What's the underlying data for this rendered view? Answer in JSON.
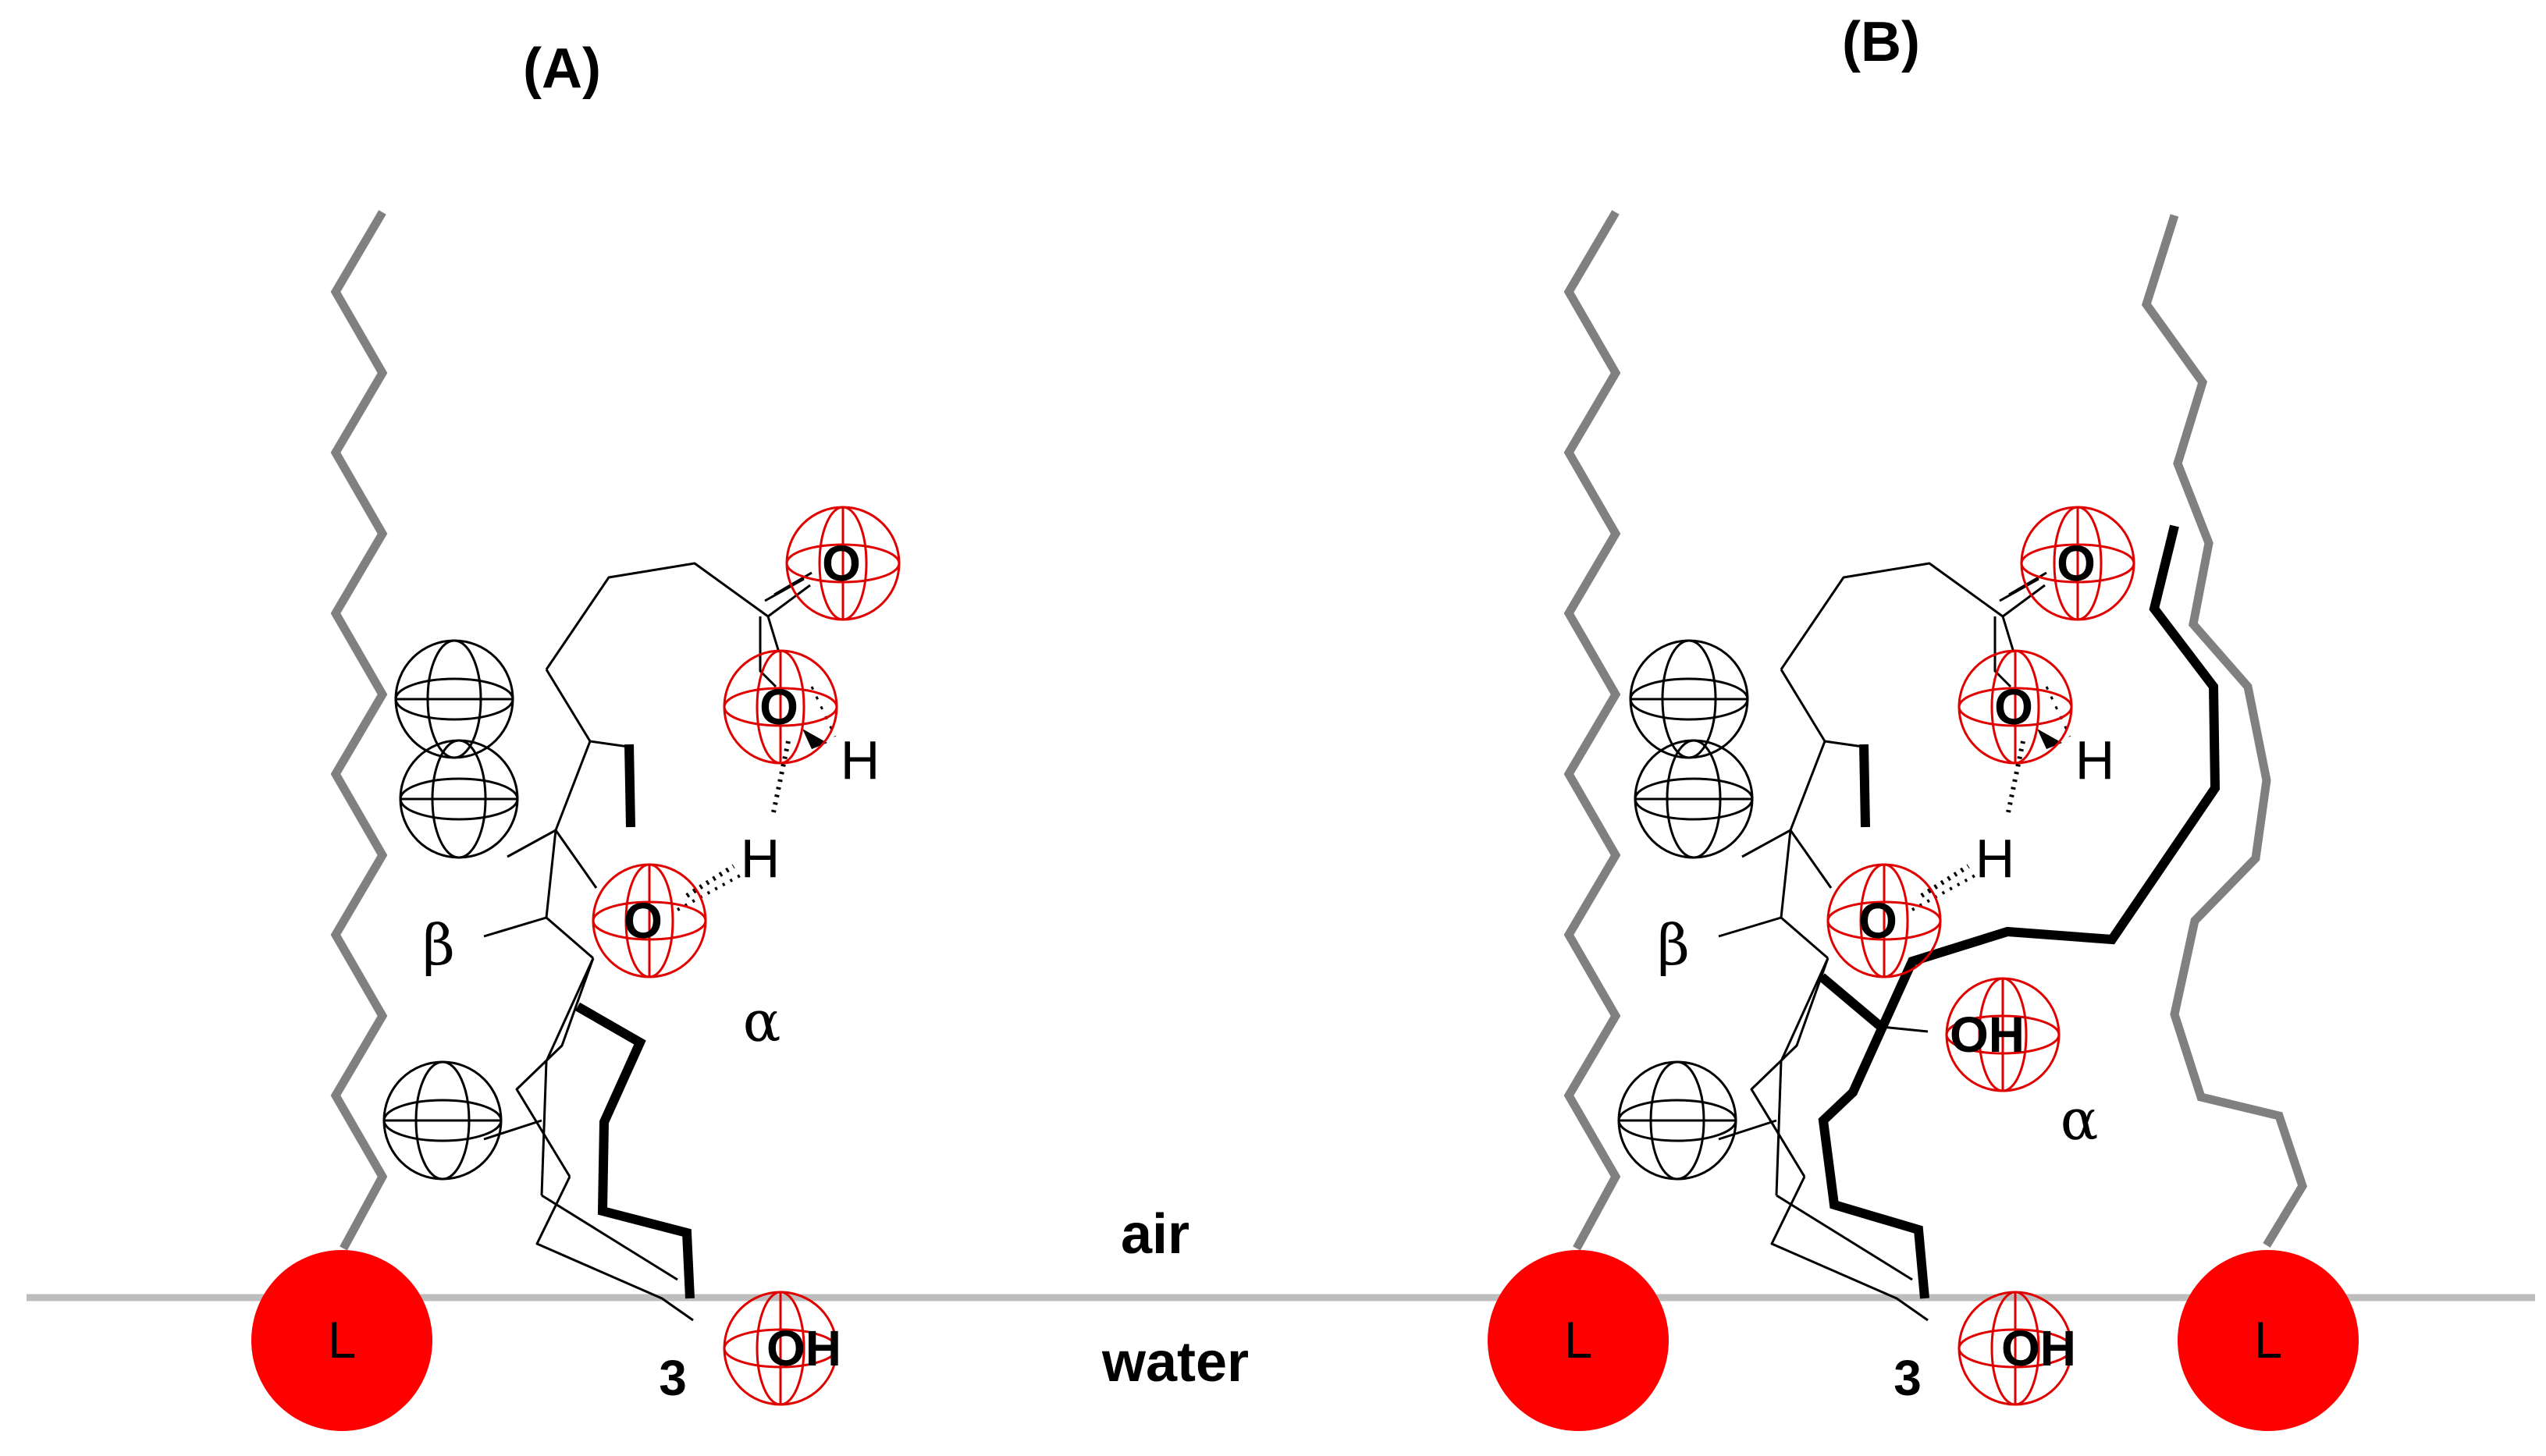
{
  "panels": [
    {
      "id": "A",
      "label": "(A)"
    },
    {
      "id": "B",
      "label": "(B)"
    }
  ],
  "phases": {
    "air": "air",
    "water": "water"
  },
  "headgroup_label": "L",
  "atoms": {
    "carbonyl_o": "O",
    "acid_o": "O",
    "acid_h": "H",
    "hydroxyl_o": "O",
    "hbond_h": "H",
    "oh_group": "OH",
    "position_3": "3"
  },
  "faces": {
    "beta": "β",
    "alpha": "α"
  },
  "colors": {
    "headgroup": "#ff0000",
    "lipid_chain": "#808080",
    "interface": "#bdbdbd",
    "oxygen_sphere": "#e00000",
    "methyl_sphere": "#000000"
  }
}
